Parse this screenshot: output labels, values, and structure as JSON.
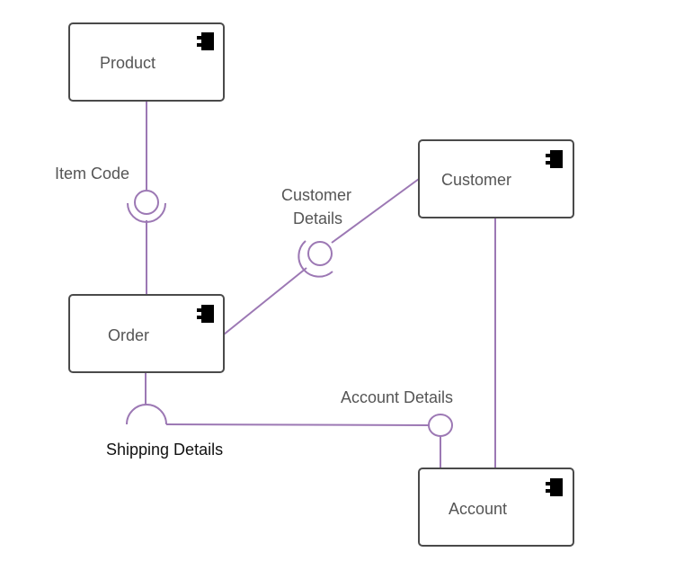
{
  "components": {
    "product": "Product",
    "customer": "Customer",
    "order": "Order",
    "account": "Account"
  },
  "interfaces": {
    "item_code": "Item Code",
    "customer_details_line1": "Customer",
    "customer_details_line2": "Details",
    "account_details": "Account Details",
    "shipping_details": "Shipping Details"
  },
  "colors": {
    "connector": "#9c78b4",
    "box_border": "#4a4a4a",
    "label": "#555555"
  },
  "icons": {
    "component": "component-icon"
  }
}
